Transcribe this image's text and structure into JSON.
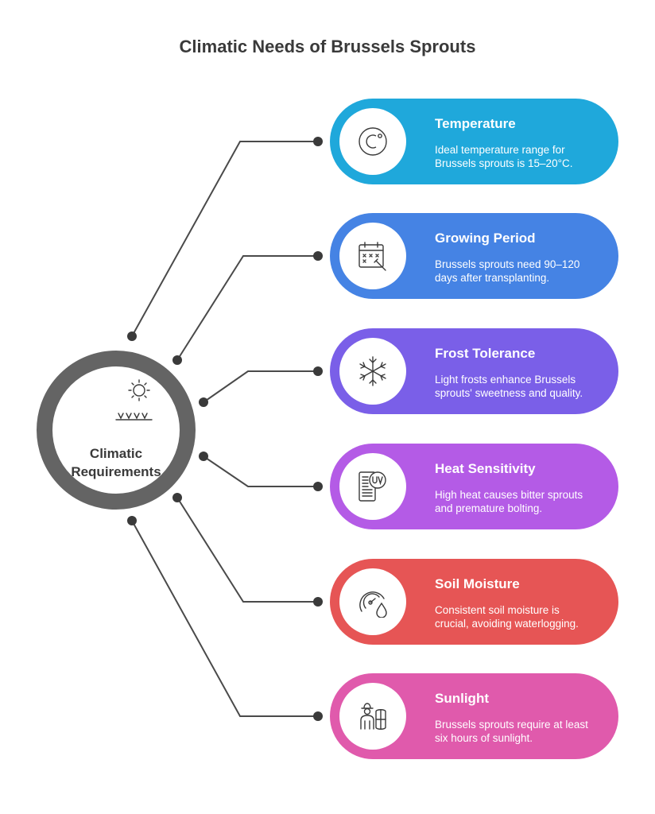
{
  "title": "Climatic Needs of Brussels Sprouts",
  "hub": {
    "label": "Climatic Requirements",
    "icons": [
      "sun-icon",
      "grass-icon"
    ]
  },
  "items": [
    {
      "heading": "Temperature",
      "description": "Ideal temperature range for Brussels sprouts is 15–20°C.",
      "icon": "celsius-icon",
      "color": "#1fa8db"
    },
    {
      "heading": "Growing Period",
      "description": "Brussels sprouts need 90–120 days after transplanting.",
      "icon": "calendar-icon",
      "color": "#4583e4"
    },
    {
      "heading": "Frost Tolerance",
      "description": "Light frosts enhance Brussels sprouts' sweetness and quality.",
      "icon": "snowflake-icon",
      "color": "#7a5fe8"
    },
    {
      "heading": "Heat Sensitivity",
      "description": "High heat causes bitter sprouts and premature bolting.",
      "icon": "uv-index-icon",
      "color": "#b45be6"
    },
    {
      "heading": "Soil Moisture",
      "description": "Consistent soil moisture is crucial, avoiding waterlogging.",
      "icon": "moisture-gauge-icon",
      "color": "#e65555"
    },
    {
      "heading": "Sunlight",
      "description": "Brussels sprouts require at least six hours of sunlight.",
      "icon": "farmer-icon",
      "color": "#e05aac"
    }
  ]
}
